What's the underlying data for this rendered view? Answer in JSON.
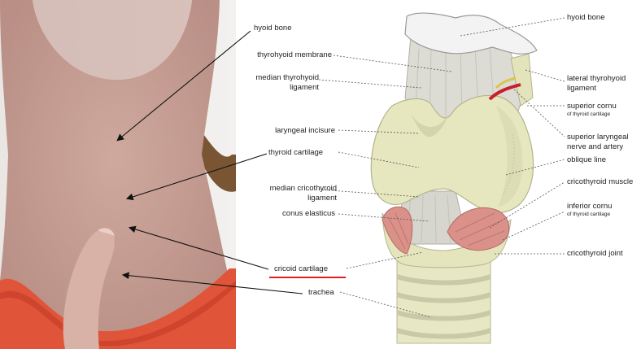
{
  "photo_labels": {
    "hyoid_bone": "hyoid bone",
    "thyroid_cartilage": "thyroid cartilage",
    "cricoid_cartilage": "cricoid cartilage",
    "trachea": "trachea"
  },
  "diagram_labels": {
    "hyoid_bone": "hyoid bone",
    "thyrohyoid_membrane": "thyrohyoid membrane",
    "median_thyrohyoid_ligament_1": "median thyrohyoid",
    "median_thyrohyoid_ligament_2": "ligament",
    "laryngeal_incisure": "laryngeal incisure",
    "median_cricothyroid_ligament_1": "median cricothyroid",
    "median_cricothyroid_ligament_2": "ligament",
    "conus_elasticus": "conus elasticus",
    "lateral_thyrohyoid_ligament_1": "lateral thyrohyoid",
    "lateral_thyrohyoid_ligament_2": "ligament",
    "superior_cornu": "superior cornu",
    "superior_cornu_sub": "of thyroid cartilage",
    "superior_laryngeal_1": "superior laryngeal",
    "superior_laryngeal_2": "nerve and artery",
    "oblique_line": "oblique line",
    "cricothyroid_muscle": "cricothyroid muscle",
    "inferior_cornu": "inferior cornu",
    "inferior_cornu_sub": "of thyroid cartilage",
    "cricothyroid_joint": "cricothyroid joint"
  },
  "colors": {
    "highlight": "#e02020",
    "cartilage": "#e6e6bf",
    "membrane": "#d9d9d2",
    "muscle": "#d99088",
    "skin": "#cdaaa0",
    "shirt": "#e0543a"
  }
}
